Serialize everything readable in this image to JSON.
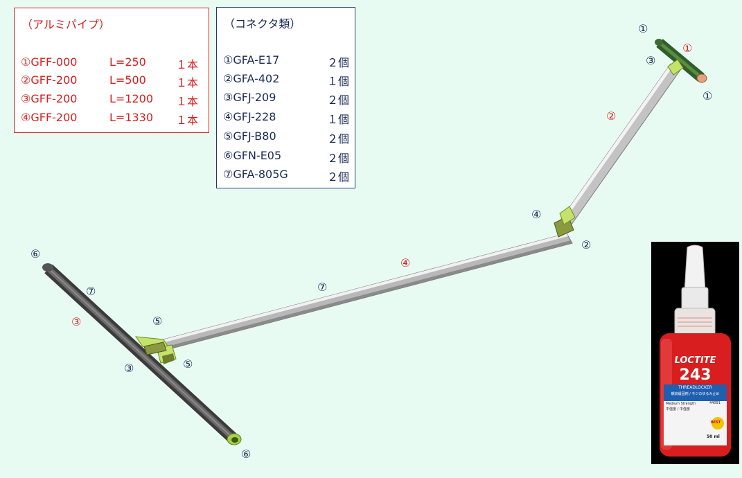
{
  "pipes": {
    "title": "（アルミパイプ）",
    "rows": [
      {
        "code": "①GFF-000",
        "length": "L=250",
        "qty": "１本"
      },
      {
        "code": "②GFF-200",
        "length": "L=500",
        "qty": "１本"
      },
      {
        "code": "③GFF-200",
        "length": "L=1200",
        "qty": "１本"
      },
      {
        "code": "④GFF-200",
        "length": "L=1330",
        "qty": "１本"
      }
    ]
  },
  "connectors": {
    "title": "（コネクタ類）",
    "rows": [
      {
        "code": "①GFA-E17",
        "qty": "２個"
      },
      {
        "code": "②GFA-402",
        "qty": "１個"
      },
      {
        "code": "③GFJ-209",
        "qty": "２個"
      },
      {
        "code": "④GFJ-228",
        "qty": "１個"
      },
      {
        "code": "⑤GFJ-B80",
        "qty": "２個"
      },
      {
        "code": "⑥GFN-E05",
        "qty": "２個"
      },
      {
        "code": "⑦GFA-805G",
        "qty": "２個"
      }
    ]
  },
  "callouts": {
    "c1_top": "①",
    "c1_red": "①",
    "c1_right": "①",
    "c3_top": "③",
    "c2_red": "②",
    "c4_upper": "④",
    "c2_blue": "②",
    "c6_left": "⑥",
    "c7_left": "⑦",
    "c3_red": "③",
    "c5_upper": "⑤",
    "c3_lower": "③",
    "c5_lower": "⑤",
    "c6_bottom": "⑥",
    "c4_red": "④",
    "c7_mid": "⑦"
  },
  "product": {
    "brand": "LOCTITE",
    "number": "243",
    "type": "THREADLOCKER",
    "jp_line": "螺紋緩固剤 / ネジのゆるみ止め",
    "strength": "Medium Strength",
    "strength_jp": "中強度 / 中強度",
    "code": "44091",
    "badge": "BEST",
    "volume": "50 ml"
  },
  "colors": {
    "red": "#d42020",
    "navy": "#1a2a55",
    "background": "#e8fbf3",
    "connector_green": "#8fbf2a",
    "bottle_red": "#d81e1e"
  }
}
